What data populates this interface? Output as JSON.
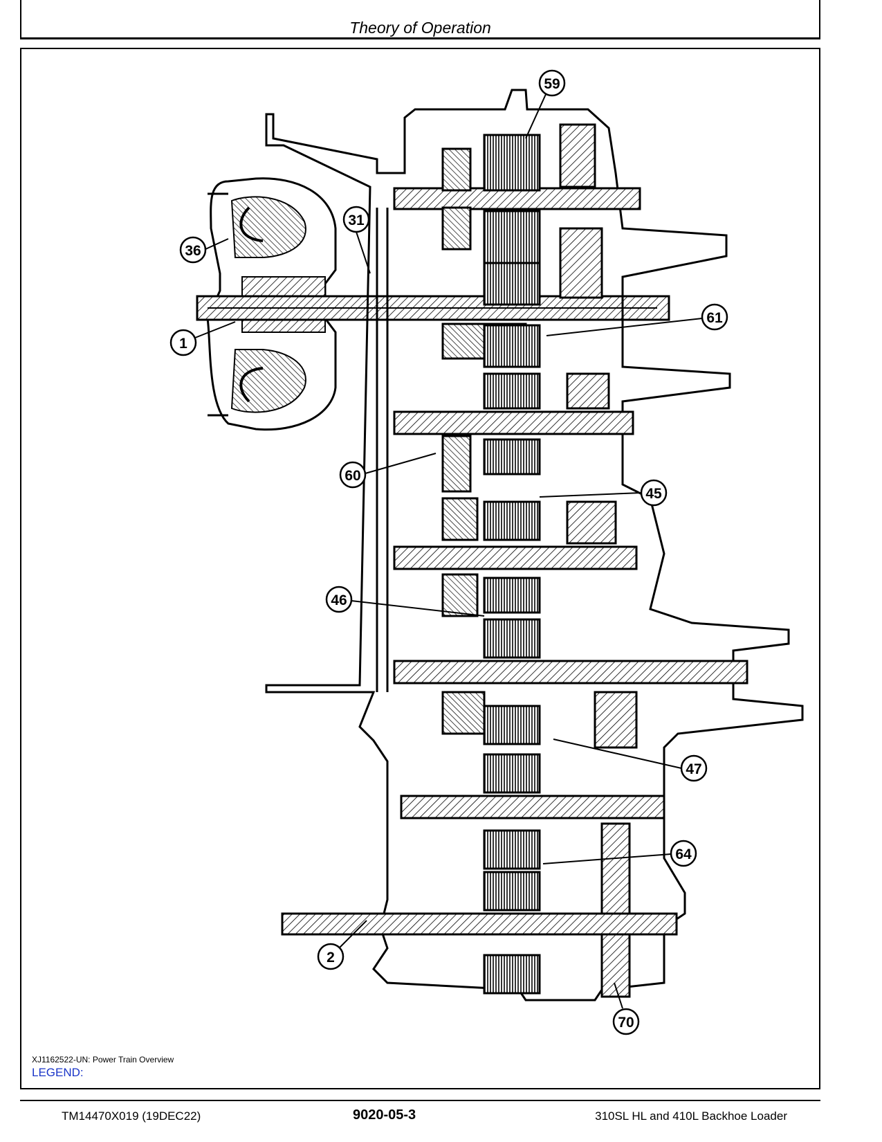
{
  "header": {
    "title": "Theory of Operation"
  },
  "figure": {
    "caption": "XJ1162522-UN: Power Train Overview",
    "legend_label": "LEGEND:",
    "callouts": [
      {
        "id": "1",
        "label": "1"
      },
      {
        "id": "2",
        "label": "2"
      },
      {
        "id": "31",
        "label": "31"
      },
      {
        "id": "36",
        "label": "36"
      },
      {
        "id": "45",
        "label": "45"
      },
      {
        "id": "46",
        "label": "46"
      },
      {
        "id": "47",
        "label": "47"
      },
      {
        "id": "59",
        "label": "59"
      },
      {
        "id": "60",
        "label": "60"
      },
      {
        "id": "61",
        "label": "61"
      },
      {
        "id": "64",
        "label": "64"
      },
      {
        "id": "70",
        "label": "70"
      }
    ]
  },
  "footer": {
    "doc_code": "TM14470X019 (19DEC22)",
    "page_number": "9020-05-3",
    "machine": "310SL HL and 410L Backhoe Loader"
  }
}
